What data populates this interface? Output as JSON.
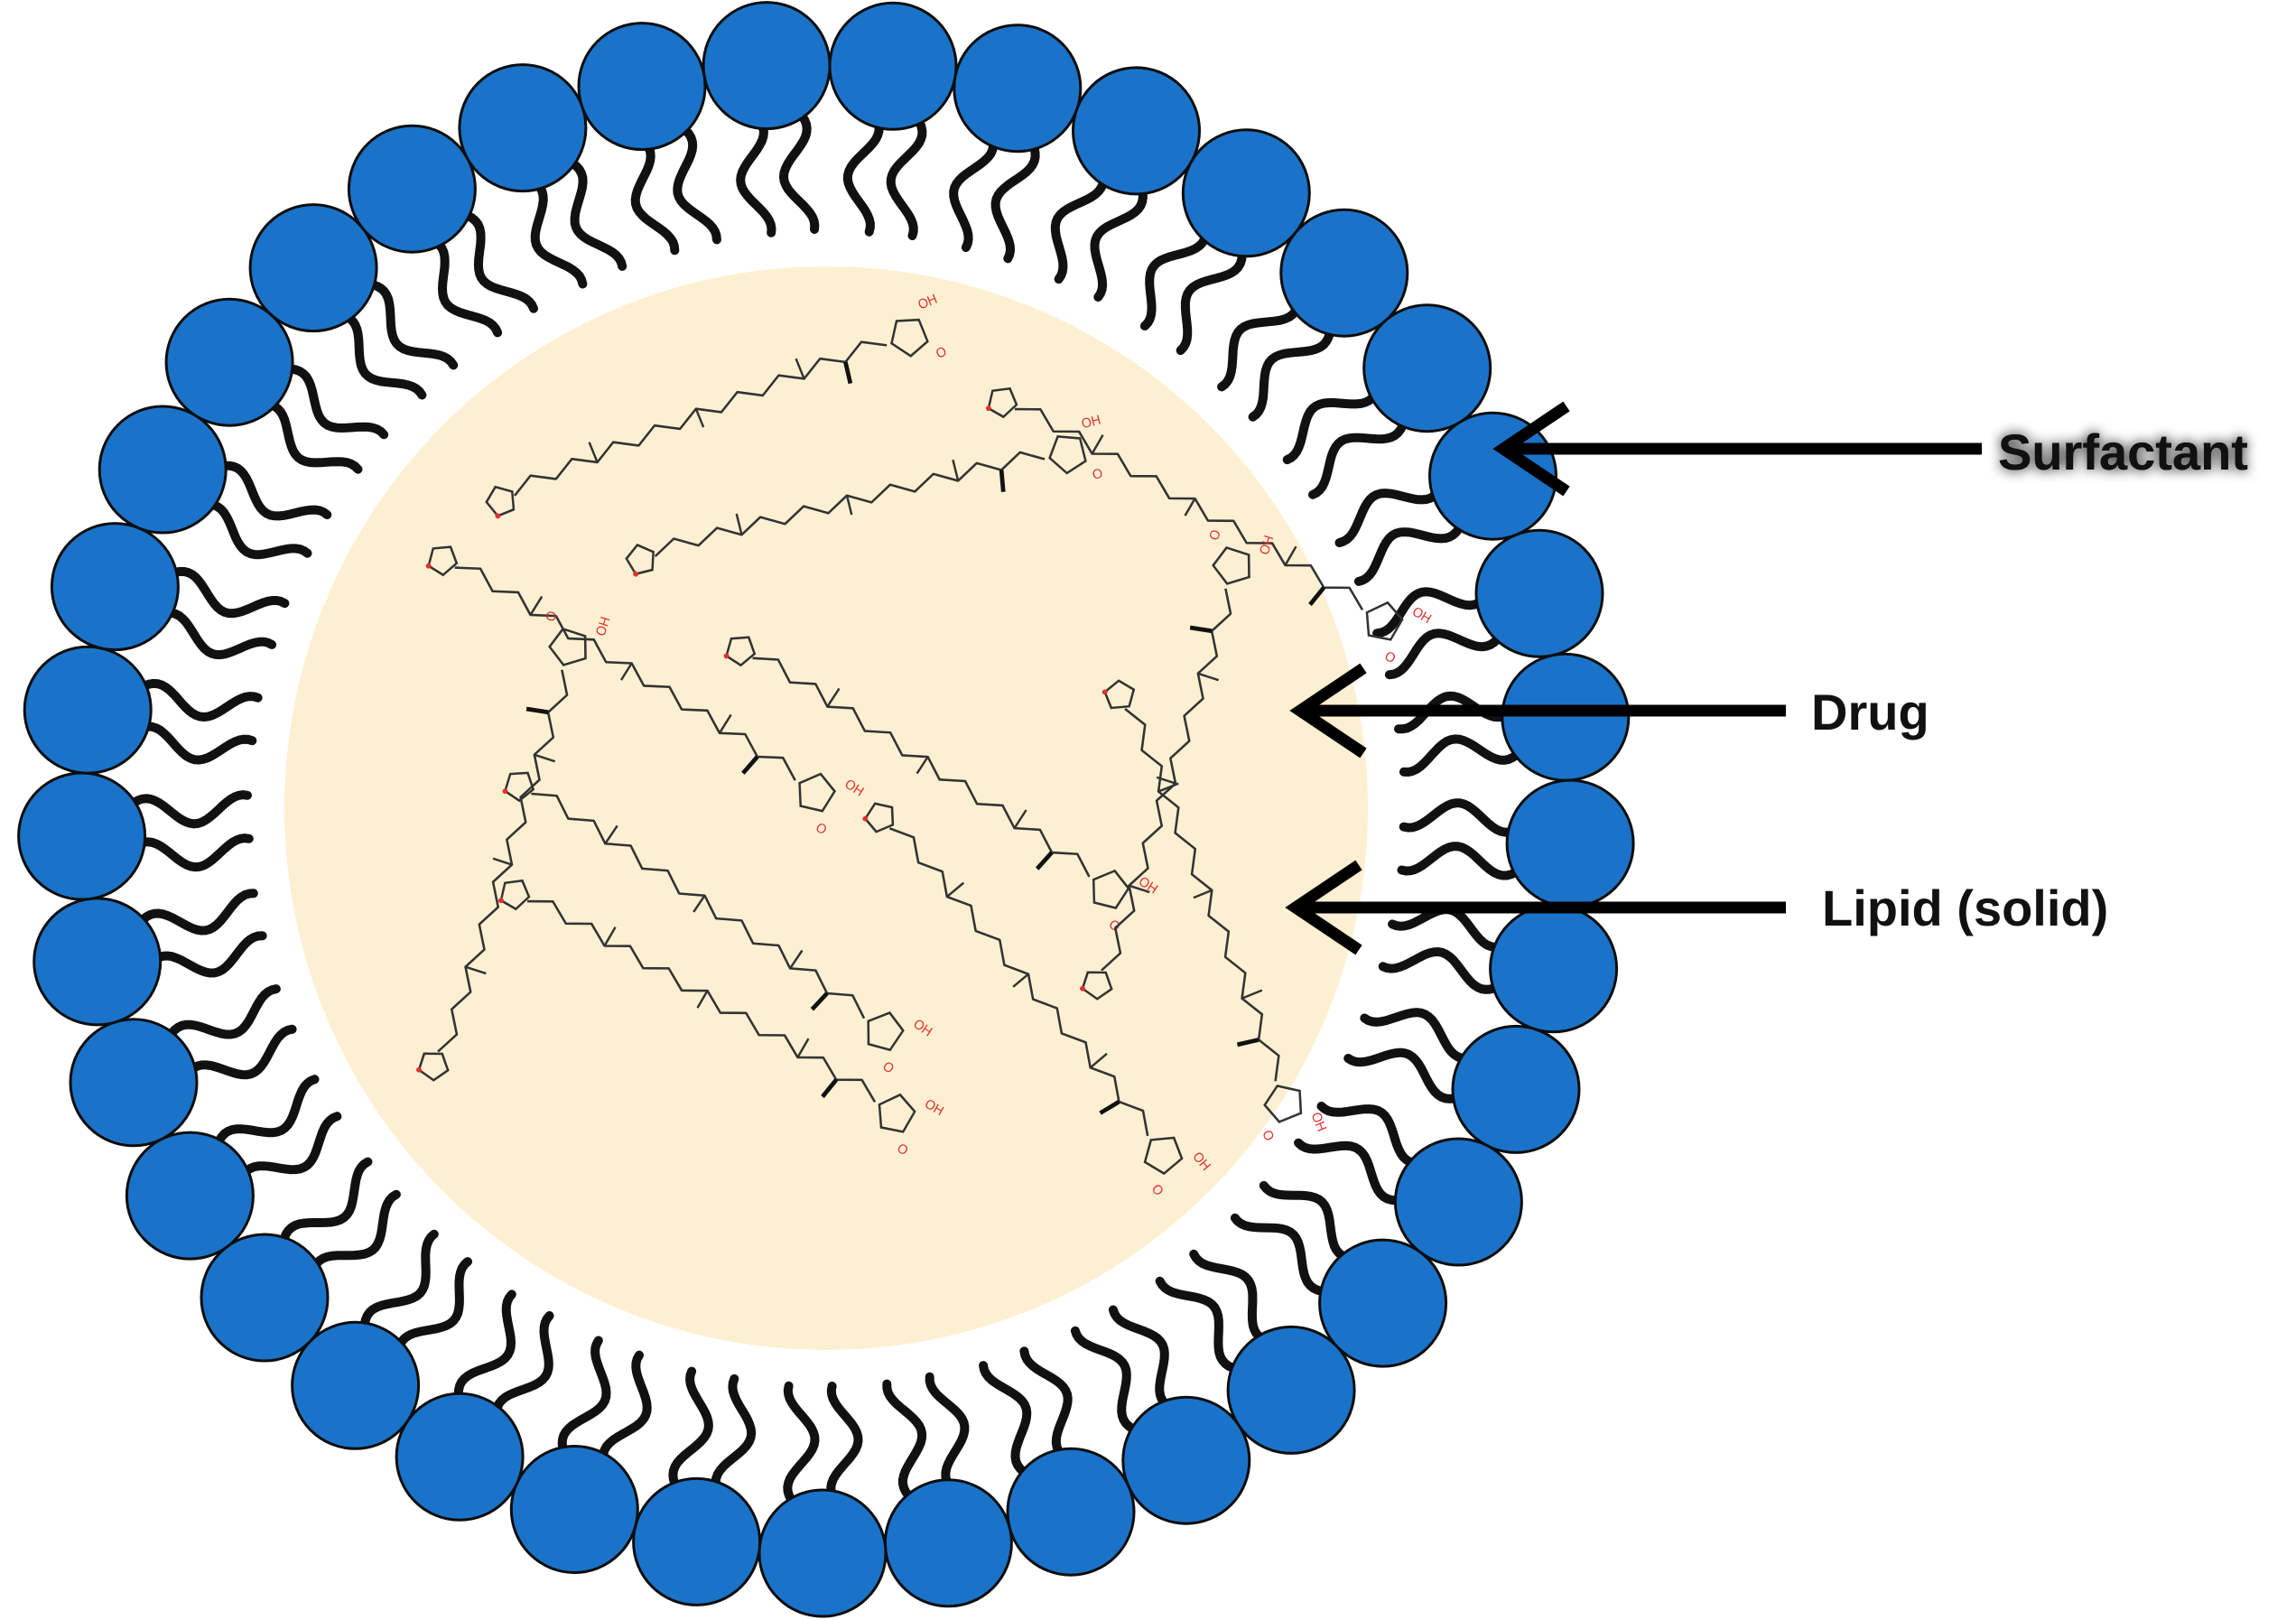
{
  "labels": {
    "surfactant": "Surfactant",
    "drug": "Drug",
    "lipid": "Lipid (solid)",
    "hydroxyl": "OH",
    "oxygen": "O"
  },
  "colors": {
    "surfactant_head": "#1a73c8",
    "surfactant_outline": "#0d0d0d",
    "lipid_core": "#fdf0d2",
    "arrow": "#000000",
    "heteroatom": "#e03030",
    "bond": "#333333",
    "surfactant_label_glow": "#9cc4f0"
  },
  "diagram": {
    "title": "",
    "surfactant_head_count": 37,
    "drug_molecule_count": 11
  }
}
